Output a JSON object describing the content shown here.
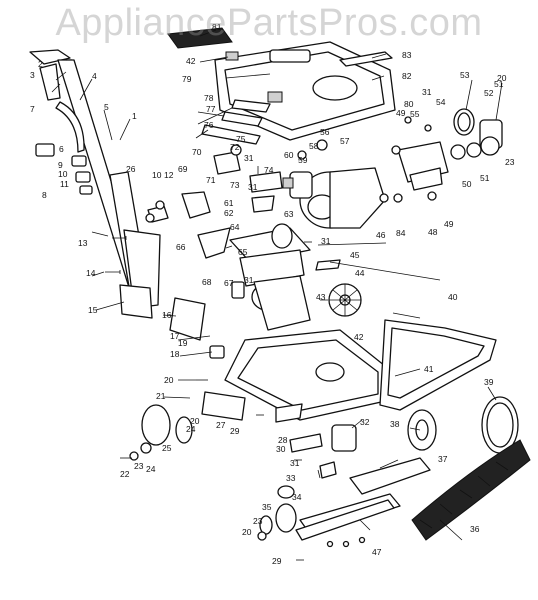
{
  "watermark": "AppliancePartsPros.com",
  "callouts": [
    {
      "id": "c1",
      "text": "1"
    },
    {
      "id": "c2",
      "text": "2"
    },
    {
      "id": "c3",
      "text": "3"
    },
    {
      "id": "c4",
      "text": "4"
    },
    {
      "id": "c5",
      "text": "5"
    },
    {
      "id": "c6",
      "text": "6"
    },
    {
      "id": "c7",
      "text": "7"
    },
    {
      "id": "c8",
      "text": "8"
    },
    {
      "id": "c9",
      "text": "9"
    },
    {
      "id": "c10a",
      "text": "10"
    },
    {
      "id": "c10b",
      "text": "10"
    },
    {
      "id": "c11",
      "text": "11"
    },
    {
      "id": "c12",
      "text": "12"
    },
    {
      "id": "c13",
      "text": "13"
    },
    {
      "id": "c14",
      "text": "14"
    },
    {
      "id": "c15",
      "text": "15"
    },
    {
      "id": "c16",
      "text": "16"
    },
    {
      "id": "c17",
      "text": "17"
    },
    {
      "id": "c18",
      "text": "18"
    },
    {
      "id": "c19",
      "text": "19"
    },
    {
      "id": "c20a",
      "text": "20"
    },
    {
      "id": "c20b",
      "text": "20"
    },
    {
      "id": "c20c",
      "text": "20"
    },
    {
      "id": "c20d",
      "text": "20"
    },
    {
      "id": "c21",
      "text": "21"
    },
    {
      "id": "c22",
      "text": "22"
    },
    {
      "id": "c23a",
      "text": "23"
    },
    {
      "id": "c23b",
      "text": "23"
    },
    {
      "id": "c23c",
      "text": "23"
    },
    {
      "id": "c24a",
      "text": "24"
    },
    {
      "id": "c24b",
      "text": "24"
    },
    {
      "id": "c25",
      "text": "25"
    },
    {
      "id": "c26",
      "text": "26"
    },
    {
      "id": "c27",
      "text": "27"
    },
    {
      "id": "c28",
      "text": "28"
    },
    {
      "id": "c29a",
      "text": "29"
    },
    {
      "id": "c29b",
      "text": "29"
    },
    {
      "id": "c30",
      "text": "30"
    },
    {
      "id": "c31a",
      "text": "31"
    },
    {
      "id": "c31b",
      "text": "31"
    },
    {
      "id": "c31c",
      "text": "31"
    },
    {
      "id": "c31d",
      "text": "31"
    },
    {
      "id": "c31e",
      "text": "31"
    },
    {
      "id": "c31f",
      "text": "31"
    },
    {
      "id": "c32",
      "text": "32"
    },
    {
      "id": "c33",
      "text": "33"
    },
    {
      "id": "c34",
      "text": "34"
    },
    {
      "id": "c35",
      "text": "35"
    },
    {
      "id": "c36",
      "text": "36"
    },
    {
      "id": "c37",
      "text": "37"
    },
    {
      "id": "c38",
      "text": "38"
    },
    {
      "id": "c39",
      "text": "39"
    },
    {
      "id": "c40",
      "text": "40"
    },
    {
      "id": "c41",
      "text": "41"
    },
    {
      "id": "c42a",
      "text": "42"
    },
    {
      "id": "c42b",
      "text": "42"
    },
    {
      "id": "c43",
      "text": "43"
    },
    {
      "id": "c44",
      "text": "44"
    },
    {
      "id": "c45",
      "text": "45"
    },
    {
      "id": "c46",
      "text": "46"
    },
    {
      "id": "c47",
      "text": "47"
    },
    {
      "id": "c48",
      "text": "48"
    },
    {
      "id": "c49a",
      "text": "49"
    },
    {
      "id": "c49b",
      "text": "49"
    },
    {
      "id": "c50",
      "text": "50"
    },
    {
      "id": "c51a",
      "text": "51"
    },
    {
      "id": "c51b",
      "text": "51"
    },
    {
      "id": "c52",
      "text": "52"
    },
    {
      "id": "c53",
      "text": "53"
    },
    {
      "id": "c54",
      "text": "54"
    },
    {
      "id": "c55",
      "text": "55"
    },
    {
      "id": "c56",
      "text": "56"
    },
    {
      "id": "c57",
      "text": "57"
    },
    {
      "id": "c58",
      "text": "58"
    },
    {
      "id": "c59",
      "text": "59"
    },
    {
      "id": "c60",
      "text": "60"
    },
    {
      "id": "c61",
      "text": "61"
    },
    {
      "id": "c62",
      "text": "62"
    },
    {
      "id": "c63",
      "text": "63"
    },
    {
      "id": "c64",
      "text": "64"
    },
    {
      "id": "c65",
      "text": "65"
    },
    {
      "id": "c66",
      "text": "66"
    },
    {
      "id": "c67",
      "text": "67"
    },
    {
      "id": "c68",
      "text": "68"
    },
    {
      "id": "c69",
      "text": "69"
    },
    {
      "id": "c70",
      "text": "70"
    },
    {
      "id": "c71",
      "text": "71"
    },
    {
      "id": "c72",
      "text": "72"
    },
    {
      "id": "c73",
      "text": "73"
    },
    {
      "id": "c74",
      "text": "74"
    },
    {
      "id": "c75",
      "text": "75"
    },
    {
      "id": "c76",
      "text": "76"
    },
    {
      "id": "c77",
      "text": "77"
    },
    {
      "id": "c78",
      "text": "78"
    },
    {
      "id": "c79",
      "text": "79"
    },
    {
      "id": "c80",
      "text": "80"
    },
    {
      "id": "c81",
      "text": "81"
    },
    {
      "id": "c82",
      "text": "82"
    },
    {
      "id": "c83",
      "text": "83"
    },
    {
      "id": "c84",
      "text": "84"
    }
  ]
}
